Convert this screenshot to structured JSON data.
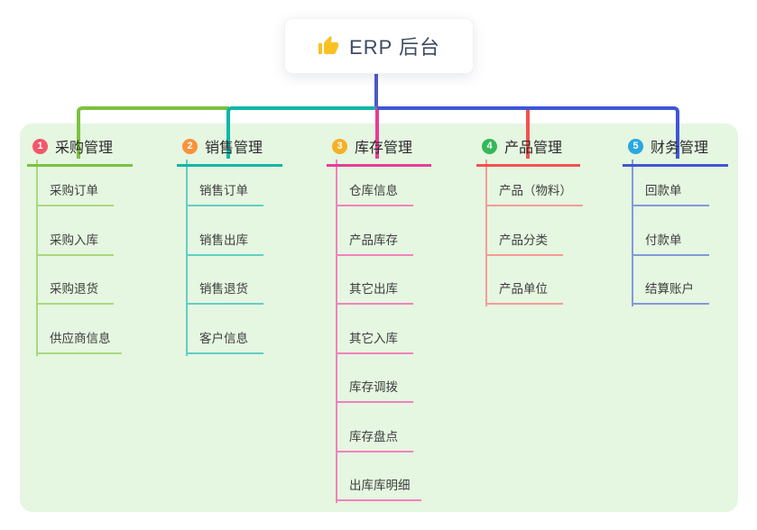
{
  "root": {
    "title": "ERP 后台",
    "icon": "thumbs-up-icon"
  },
  "colors": {
    "panel_bg": "#e5f6e1",
    "root_connector": "#4c59c8",
    "thumb_yellow": "#f9c121"
  },
  "branches": [
    {
      "num": "1",
      "label": "采购管理",
      "badge_color": "#f4566c",
      "line_color": "#7cc140",
      "light_color": "#a9d87d",
      "items": [
        "采购订单",
        "采购入库",
        "采购退货",
        "供应商信息"
      ]
    },
    {
      "num": "2",
      "label": "销售管理",
      "badge_color": "#f9923b",
      "line_color": "#0cb7a7",
      "light_color": "#62cfc4",
      "items": [
        "销售订单",
        "销售出库",
        "销售退货",
        "客户信息"
      ]
    },
    {
      "num": "3",
      "label": "库存管理",
      "badge_color": "#f7b024",
      "line_color": "#e53d98",
      "light_color": "#f282bb",
      "items": [
        "仓库信息",
        "产品库存",
        "其它出库",
        "其它入库",
        "库存调拨",
        "库存盘点",
        "出库库明细"
      ]
    },
    {
      "num": "4",
      "label": "产品管理",
      "badge_color": "#34b859",
      "line_color": "#f4514e",
      "light_color": "#f79b95",
      "items": [
        "产品（物料）",
        "产品分类",
        "产品单位"
      ]
    },
    {
      "num": "5",
      "label": "财务管理",
      "badge_color": "#29a8e0",
      "line_color": "#3f56d8",
      "light_color": "#8499da",
      "items": [
        "回款单",
        "付款单",
        "结算账户"
      ]
    }
  ]
}
